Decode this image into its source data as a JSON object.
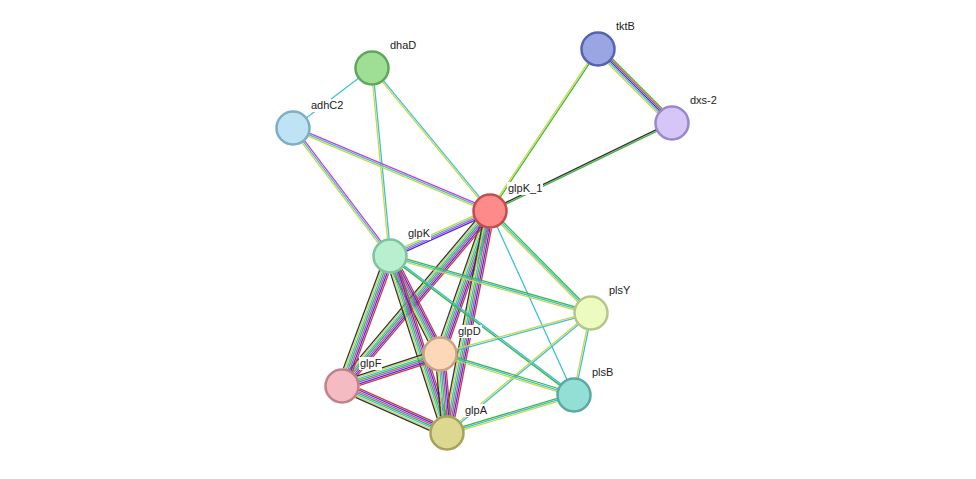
{
  "diagram": {
    "nodes": [
      {
        "text": [
          "dhaD"
        ]
      },
      {
        "text": [
          "tktB"
        ]
      },
      {
        "text": [
          "adhC2"
        ]
      },
      {
        "text": [
          "dxs-2"
        ]
      },
      {
        "text": [
          "glpK_1"
        ]
      },
      {
        "text": [
          "glpK"
        ]
      },
      {
        "text": [
          "plsY"
        ]
      },
      {
        "text": [
          "glpD"
        ]
      },
      {
        "text": [
          "glpF"
        ]
      },
      {
        "text": [
          "plsB"
        ]
      },
      {
        "text": [
          "glpA"
        ]
      }
    ],
    "edges": [
      {
        "from": 0,
        "to": 2,
        "arrow": "none"
      },
      {
        "from": 0,
        "to": 4,
        "arrow": "none"
      },
      {
        "from": 0,
        "to": 5,
        "arrow": "none"
      },
      {
        "from": 2,
        "to": 4,
        "arrow": "none"
      },
      {
        "from": 2,
        "to": 5,
        "arrow": "none"
      },
      {
        "from": 1,
        "to": 3,
        "arrow": "none"
      },
      {
        "from": 1,
        "to": 4,
        "arrow": "none"
      },
      {
        "from": 3,
        "to": 4,
        "arrow": "none"
      },
      {
        "from": 4,
        "to": 5,
        "arrow": "none"
      },
      {
        "from": 4,
        "to": 6,
        "arrow": "none"
      },
      {
        "from": 4,
        "to": 7,
        "arrow": "none"
      },
      {
        "from": 4,
        "to": 8,
        "arrow": "none"
      },
      {
        "from": 4,
        "to": 9,
        "arrow": "none"
      },
      {
        "from": 4,
        "to": 10,
        "arrow": "none"
      },
      {
        "from": 5,
        "to": 6,
        "arrow": "none"
      },
      {
        "from": 5,
        "to": 7,
        "arrow": "none"
      },
      {
        "from": 5,
        "to": 8,
        "arrow": "none"
      },
      {
        "from": 5,
        "to": 9,
        "arrow": "none"
      },
      {
        "from": 5,
        "to": 10,
        "arrow": "none"
      },
      {
        "from": 6,
        "to": 7,
        "arrow": "none"
      },
      {
        "from": 6,
        "to": 10,
        "arrow": "none"
      },
      {
        "from": 6,
        "to": 9,
        "arrow": "none"
      },
      {
        "from": 7,
        "to": 8,
        "arrow": "none"
      },
      {
        "from": 7,
        "to": 10,
        "arrow": "none"
      },
      {
        "from": 7,
        "to": 9,
        "arrow": "none"
      },
      {
        "from": 8,
        "to": 10,
        "arrow": "none"
      },
      {
        "from": 10,
        "to": 9,
        "arrow": "none"
      }
    ]
  }
}
